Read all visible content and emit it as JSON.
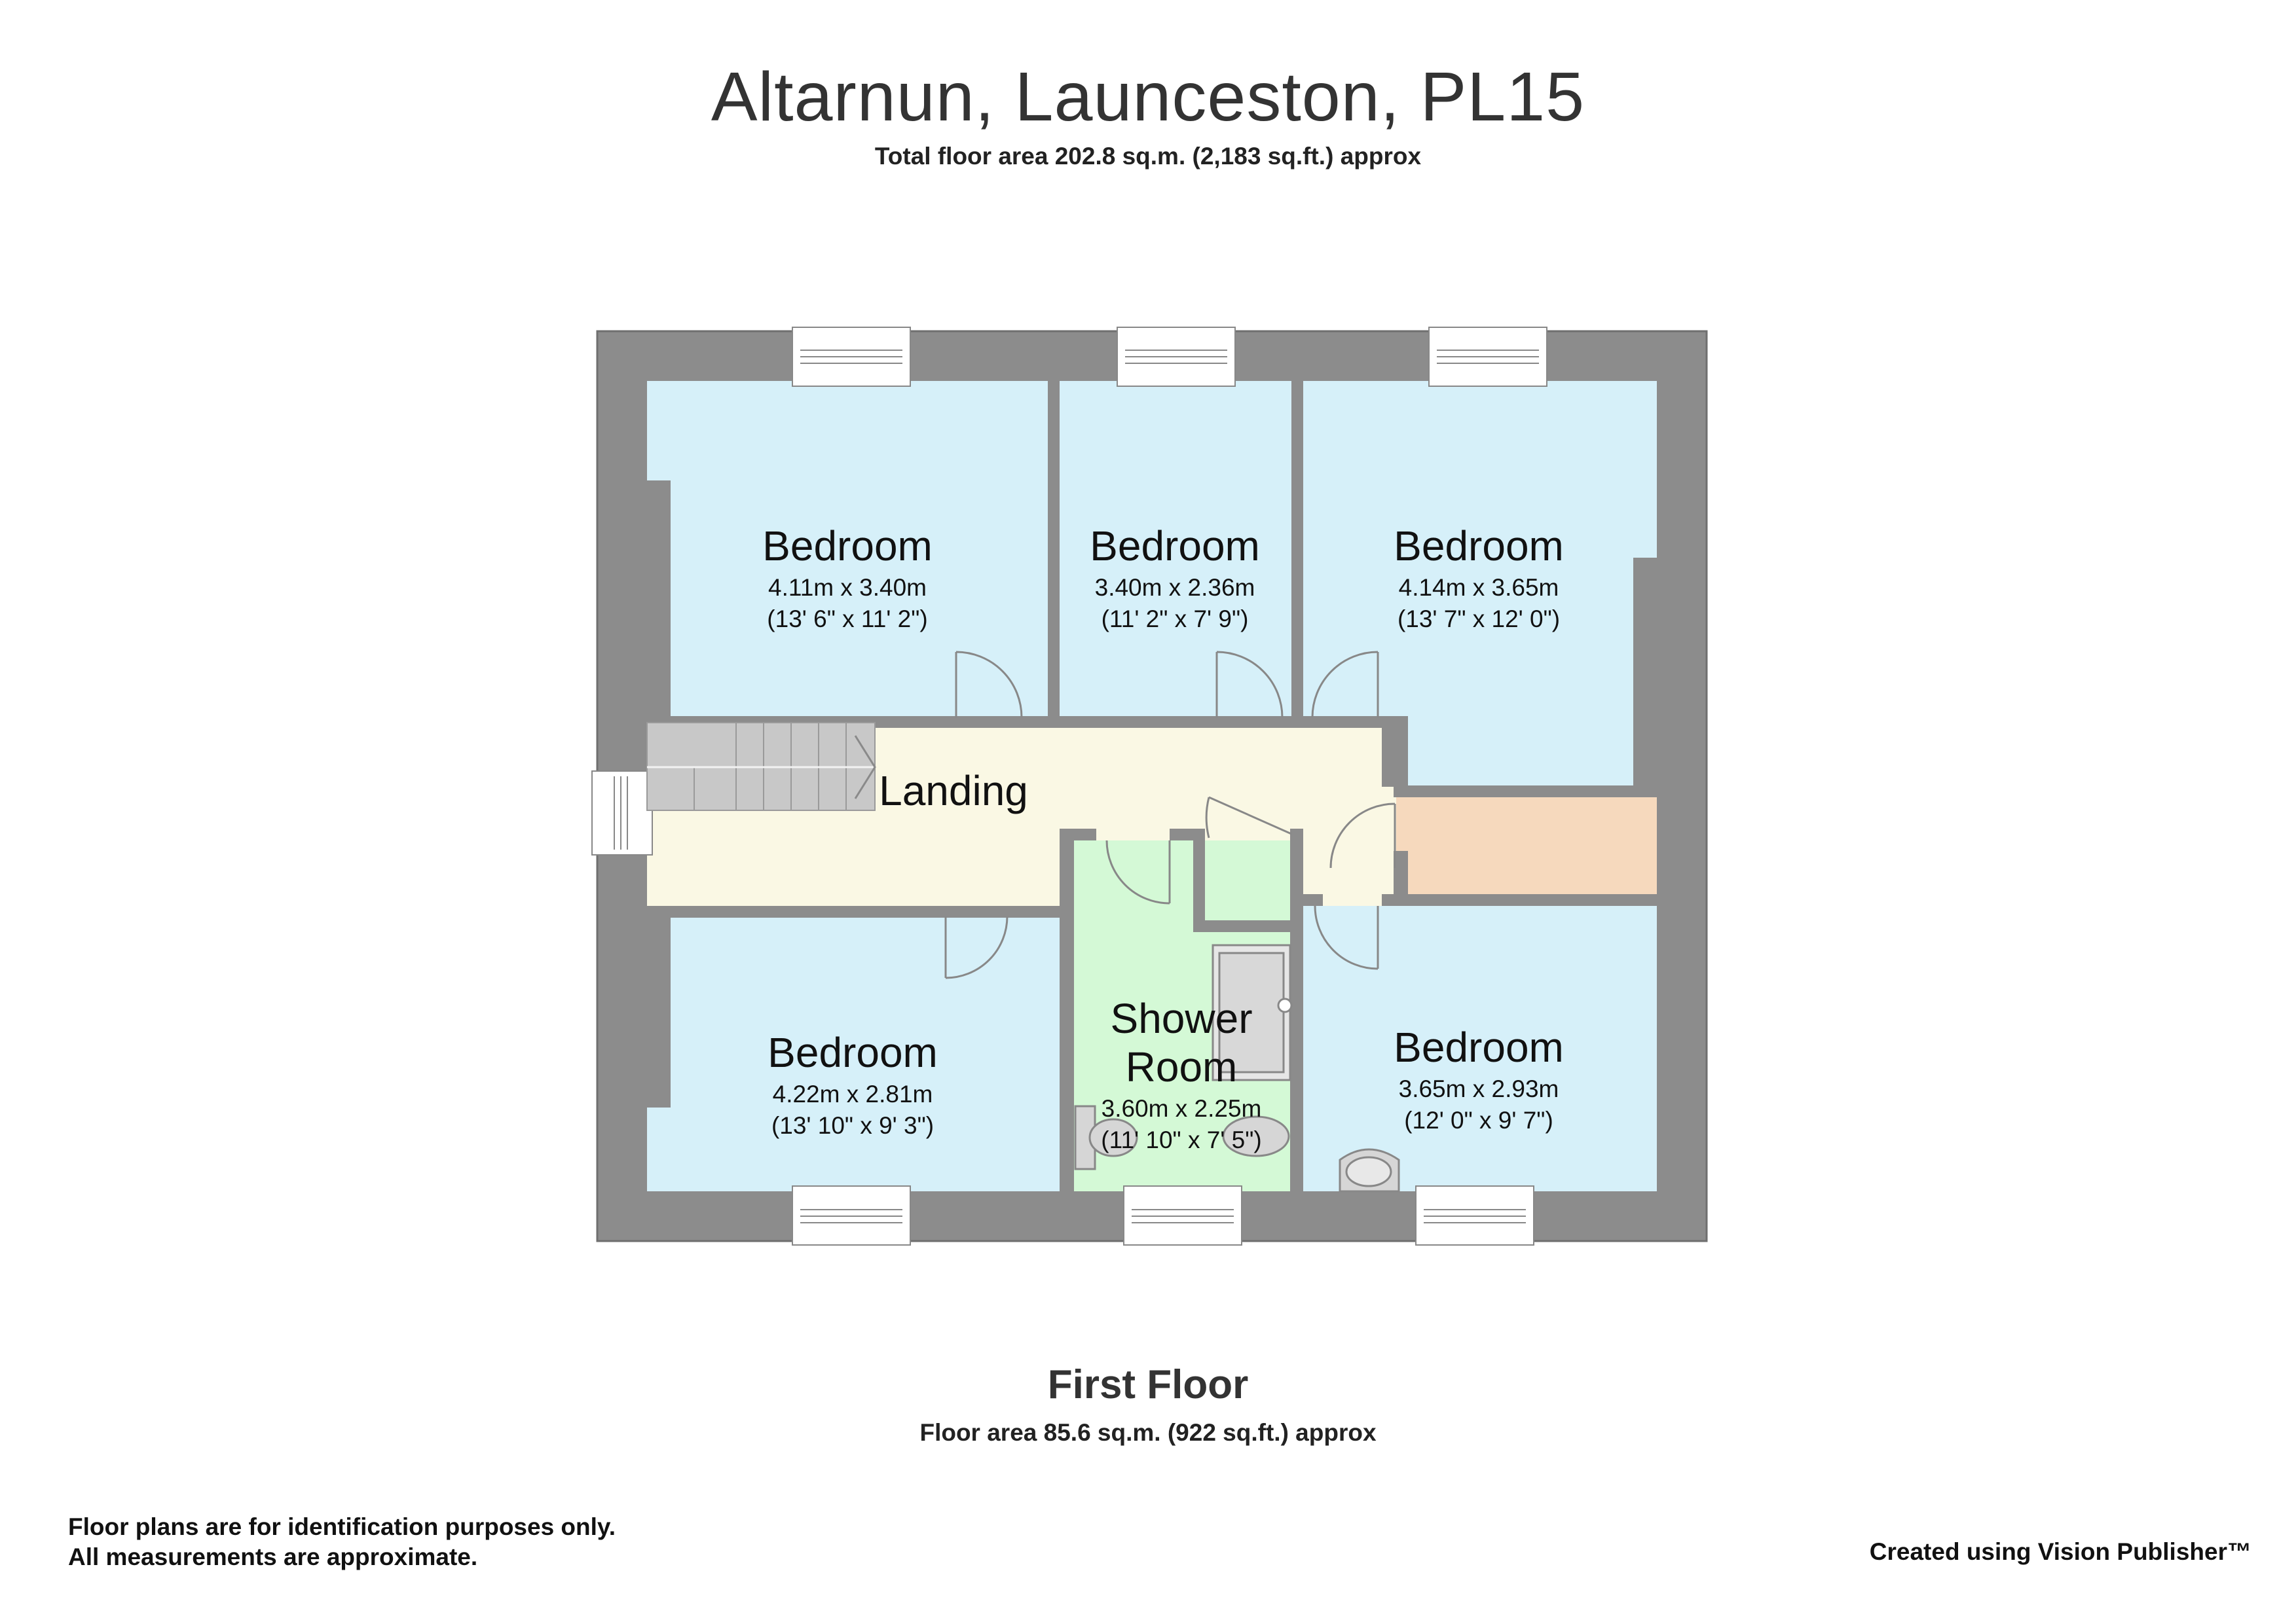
{
  "header": {
    "title": "Altarnun, Launceston, PL15",
    "total_area": "Total floor area 202.8 sq.m. (2,183 sq.ft.) approx"
  },
  "floor": {
    "name": "First Floor",
    "area": "Floor area 85.6 sq.m. (922 sq.ft.) approx"
  },
  "rooms": {
    "bedroom_top_left": {
      "name": "Bedroom",
      "metric": "4.11m x 3.40m",
      "imperial": "(13' 6\" x 11' 2\")"
    },
    "bedroom_top_middle": {
      "name": "Bedroom",
      "metric": "3.40m x 2.36m",
      "imperial": "(11' 2\" x 7' 9\")"
    },
    "bedroom_top_right": {
      "name": "Bedroom",
      "metric": "4.14m x 3.65m",
      "imperial": "(13' 7\" x 12' 0\")"
    },
    "landing": {
      "name": "Landing"
    },
    "bedroom_bottom_left": {
      "name": "Bedroom",
      "metric": "4.22m x 2.81m",
      "imperial": "(13' 10\" x 9' 3\")"
    },
    "shower_room": {
      "name_line1": "Shower",
      "name_line2": "Room",
      "metric": "3.60m x 2.25m",
      "imperial": "(11' 10\" x 7' 5\")"
    },
    "bedroom_bottom_right": {
      "name": "Bedroom",
      "metric": "3.65m x 2.93m",
      "imperial": "(12' 0\" x 9' 7\")"
    }
  },
  "footer": {
    "disclaimer_line1": "Floor plans are for identification purposes only.",
    "disclaimer_line2": "All measurements are approximate.",
    "credit": "Created using Vision Publisher™"
  },
  "colors": {
    "wall": "#8c8c8c",
    "bedroom": "#d6f0f9",
    "landing": "#faf8e4",
    "shower": "#d4f9d6",
    "cupboard": "#f6d9bd",
    "stairs": "#c8c8c8"
  }
}
